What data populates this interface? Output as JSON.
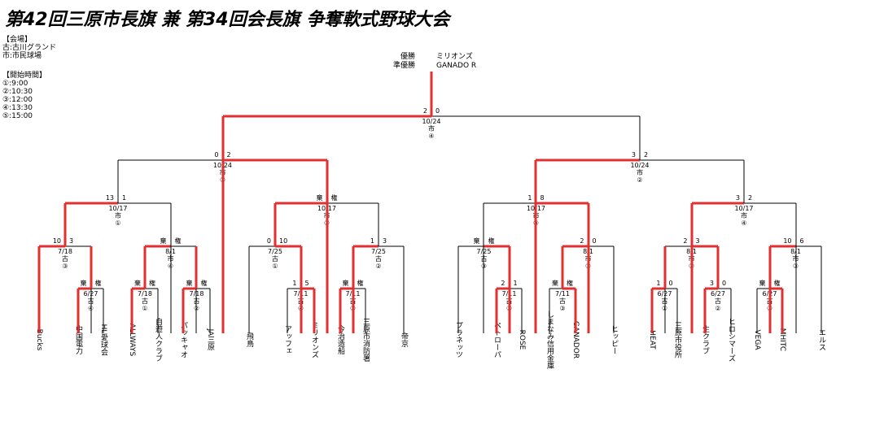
{
  "title": "第42回三原市長旗 兼 第34回会長旗 争奪軟式野球大会",
  "venues": {
    "heading": "【会場】",
    "items": [
      "古:古川グランド",
      "市:市民球場"
    ]
  },
  "times": {
    "heading": "【開始時間】",
    "items": [
      "①:9:00",
      "②:10:30",
      "③:12:00",
      "④:13:30",
      "⑤:15:00"
    ]
  },
  "results": {
    "champion_label": "優勝",
    "champion": "ミリオンズ",
    "runnerup_label": "準優勝",
    "runnerup": "GANADO R"
  },
  "colors": {
    "winner": "#e03030",
    "line": "#000000"
  },
  "teams": [
    "Bucks",
    "中国電力",
    "HL愛球会",
    "ALLWAYS",
    "自遊人クラブ",
    "パッキャオ",
    "JA三原",
    "飛鳥",
    "アッフェ",
    "ミリオンズ",
    "今治造船",
    "三原市消防署",
    "帝京",
    "プラネッツ",
    "ペトローパ",
    "ROSE",
    "しまなみ信用金庫",
    "GANADOR",
    "ヒッピー",
    "HEAT",
    "三原市役所",
    "生クラブ",
    "ヒロシマーズ",
    "VEGA",
    "MHITC",
    "エルス"
  ],
  "matches": [
    {
      "id": "m1",
      "date": "6/27",
      "venue": "古",
      "slot": "④",
      "left_score": "棄",
      "right_score": "権"
    },
    {
      "id": "m2",
      "date": "7/18",
      "venue": "古",
      "slot": "①",
      "left_score": "棄",
      "right_score": "権"
    },
    {
      "id": "m3",
      "date": "7/18",
      "venue": "古",
      "slot": "②",
      "left_score": "棄",
      "right_score": "権"
    },
    {
      "id": "m4",
      "date": "7/11",
      "venue": "古",
      "slot": "④",
      "left_score": "1",
      "right_score": "5"
    },
    {
      "id": "m5",
      "date": "7/11",
      "venue": "古",
      "slot": "①",
      "left_score": "棄",
      "right_score": "権"
    },
    {
      "id": "m6",
      "date": "7/11",
      "venue": "古",
      "slot": "②",
      "left_score": "2",
      "right_score": "1"
    },
    {
      "id": "m7",
      "date": "7/11",
      "venue": "古",
      "slot": "③",
      "left_score": "棄",
      "right_score": "権"
    },
    {
      "id": "m8",
      "date": "6/27",
      "venue": "古",
      "slot": "①",
      "left_score": "1",
      "right_score": "0"
    },
    {
      "id": "m9",
      "date": "6/27",
      "venue": "古",
      "slot": "②",
      "left_score": "3",
      "right_score": "0"
    },
    {
      "id": "m10",
      "date": "6/27",
      "venue": "古",
      "slot": "③",
      "left_score": "棄",
      "right_score": "権"
    },
    {
      "id": "m11",
      "date": "7/18",
      "venue": "古",
      "slot": "③",
      "left_score": "10",
      "right_score": "3"
    },
    {
      "id": "m12",
      "date": "8/1",
      "venue": "市",
      "slot": "④",
      "left_score": "棄",
      "right_score": "権"
    },
    {
      "id": "m13",
      "date": "7/25",
      "venue": "古",
      "slot": "①",
      "left_score": "0",
      "right_score": "10"
    },
    {
      "id": "m14",
      "date": "7/25",
      "venue": "古",
      "slot": "②",
      "left_score": "1",
      "right_score": "3"
    },
    {
      "id": "m15",
      "date": "7/25",
      "venue": "古",
      "slot": "③",
      "left_score": "棄",
      "right_score": "権"
    },
    {
      "id": "m16",
      "date": "8/1",
      "venue": "市",
      "slot": "①",
      "left_score": "2",
      "right_score": "0"
    },
    {
      "id": "m17",
      "date": "8/1",
      "venue": "市",
      "slot": "②",
      "left_score": "2",
      "right_score": "3"
    },
    {
      "id": "m18",
      "date": "8/1",
      "venue": "市",
      "slot": "③",
      "left_score": "10",
      "right_score": "6"
    },
    {
      "id": "m19",
      "date": "10/17",
      "venue": "市",
      "slot": "①",
      "left_score": "13",
      "right_score": "1"
    },
    {
      "id": "m20",
      "date": "10/17",
      "venue": "市",
      "slot": "②",
      "left_score": "棄",
      "right_score": "権"
    },
    {
      "id": "m21",
      "date": "10/17",
      "venue": "市",
      "slot": "③",
      "left_score": "1",
      "right_score": "8"
    },
    {
      "id": "m22",
      "date": "10/17",
      "venue": "市",
      "slot": "④",
      "left_score": "3",
      "right_score": "2"
    },
    {
      "id": "m23",
      "date": "10/24",
      "venue": "市",
      "slot": "①",
      "left_score": "0",
      "right_score": "2"
    },
    {
      "id": "m24",
      "date": "10/24",
      "venue": "市",
      "slot": "②",
      "left_score": "3",
      "right_score": "2"
    },
    {
      "id": "m25",
      "date": "10/24",
      "venue": "市",
      "slot": "④",
      "left_score": "2",
      "right_score": "0"
    }
  ]
}
